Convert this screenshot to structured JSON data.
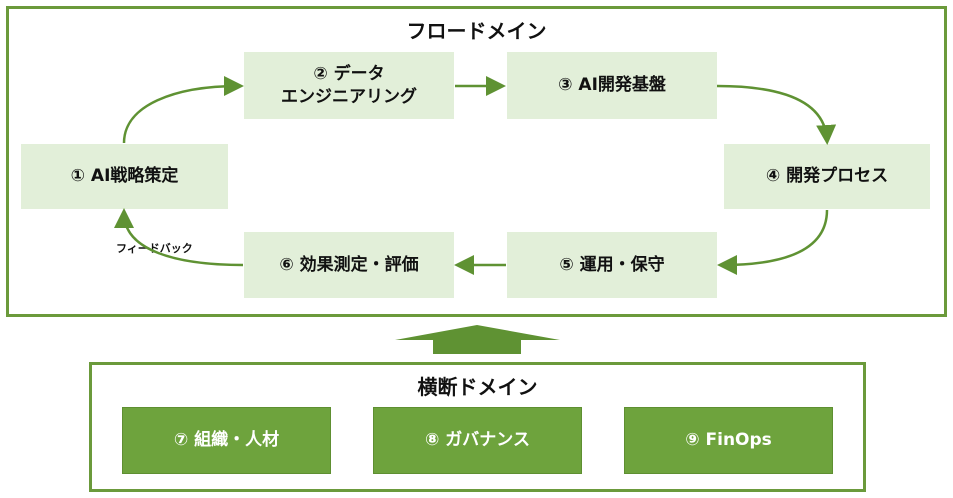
{
  "flow_domain": {
    "title": "フロードメイン",
    "steps": [
      {
        "label": "① AI戦略策定"
      },
      {
        "label": "② データ\nエンジニアリング"
      },
      {
        "label": "③ AI開発基盤"
      },
      {
        "label": "④ 開発プロセス"
      },
      {
        "label": "⑤ 運用・保守"
      },
      {
        "label": "⑥ 効果測定・評価"
      }
    ],
    "feedback_label": "フィードバック"
  },
  "cross_domain": {
    "title": "横断ドメイン",
    "items": [
      {
        "label": "⑦ 組織・人材"
      },
      {
        "label": "⑧ ガバナンス"
      },
      {
        "label": "⑨ FinOps"
      }
    ]
  },
  "colors": {
    "accent": "#6b9a3b",
    "light_fill": "#e2efd9",
    "dark_fill": "#6ea33d",
    "arrow": "#5f9233"
  }
}
